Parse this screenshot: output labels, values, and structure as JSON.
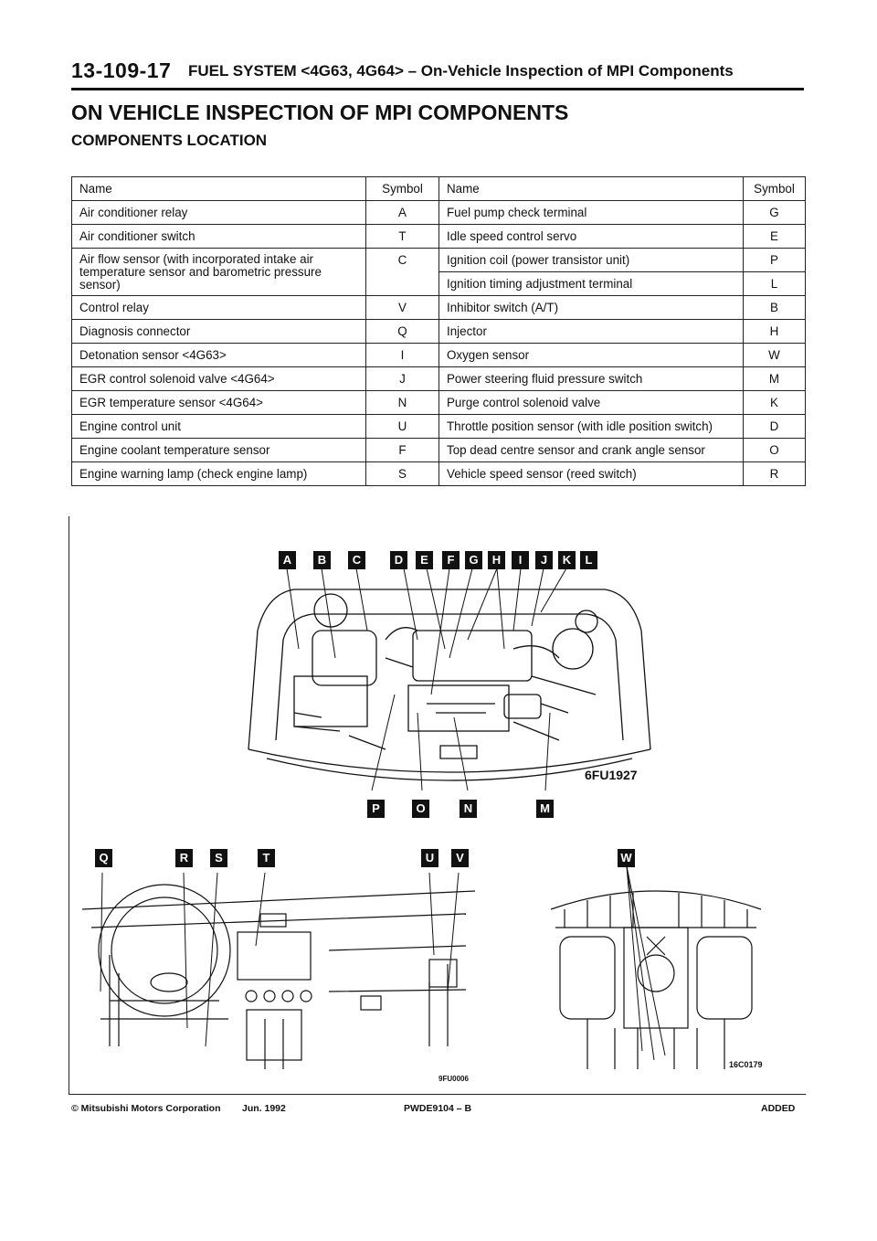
{
  "header": {
    "page_number": "13-109-17",
    "section_title": "FUEL SYSTEM <4G63, 4G64> – On-Vehicle Inspection of MPI Components"
  },
  "title": "ON VEHICLE INSPECTION OF MPI COMPONENTS",
  "subtitle": "COMPONENTS LOCATION",
  "table": {
    "headers": [
      "Name",
      "Symbol",
      "Name",
      "Symbol"
    ],
    "rows": [
      {
        "left_name": "Air conditioner relay",
        "left_symbol": "A",
        "right_name": "Fuel pump check terminal",
        "right_symbol": "G"
      },
      {
        "left_name": "Air conditioner switch",
        "left_symbol": "T",
        "right_name": "Idle speed control servo",
        "right_symbol": "E"
      },
      {
        "left_name": "Air flow sensor (with incorporated intake air temperature sensor and barometric pressure sensor)",
        "left_symbol": "C",
        "right_name": "Ignition coil (power transistor unit)",
        "right_symbol": "P",
        "right_name2": "Ignition timing adjustment terminal",
        "right_symbol2": "L"
      },
      {
        "left_name": "Control relay",
        "left_symbol": "V",
        "right_name": "Inhibitor switch (A/T)",
        "right_symbol": "B"
      },
      {
        "left_name": "Diagnosis connector",
        "left_symbol": "Q",
        "right_name": "Injector",
        "right_symbol": "H"
      },
      {
        "left_name": "Detonation sensor <4G63>",
        "left_symbol": "I",
        "right_name": "Oxygen sensor",
        "right_symbol": "W"
      },
      {
        "left_name": "EGR control solenoid valve <4G64>",
        "left_symbol": "J",
        "right_name": "Power steering fluid pressure switch",
        "right_symbol": "M"
      },
      {
        "left_name": "EGR temperature sensor <4G64>",
        "left_symbol": "N",
        "right_name": "Purge control solenoid valve",
        "right_symbol": "K"
      },
      {
        "left_name": "Engine control unit",
        "left_symbol": "U",
        "right_name": "Throttle position sensor (with idle position switch)",
        "right_symbol": "D"
      },
      {
        "left_name": "Engine coolant temperature sensor",
        "left_symbol": "F",
        "right_name": "Top dead centre sensor and crank angle sensor",
        "right_symbol": "O"
      },
      {
        "left_name": "Engine warning lamp (check engine lamp)",
        "left_symbol": "S",
        "right_name": "Vehicle speed sensor (reed switch)",
        "right_symbol": "R"
      }
    ]
  },
  "figure": {
    "engine_callouts_top": [
      "A",
      "B",
      "C",
      "D",
      "E",
      "F",
      "G",
      "H",
      "I",
      "J",
      "K",
      "L"
    ],
    "engine_callouts_bottom": [
      "P",
      "O",
      "N",
      "M"
    ],
    "engine_fig_code": "6FU1927",
    "dash_callouts": [
      "Q",
      "R",
      "S",
      "T",
      "U",
      "V"
    ],
    "dash_fig_code": "9FU0006",
    "under_callouts": [
      "W"
    ],
    "under_fig_code": "16C0179"
  },
  "footer": {
    "copyright": "© Mitsubishi Motors Corporation",
    "date": "Jun. 1992",
    "doc_code": "PWDE9104 – B",
    "status": "ADDED"
  }
}
